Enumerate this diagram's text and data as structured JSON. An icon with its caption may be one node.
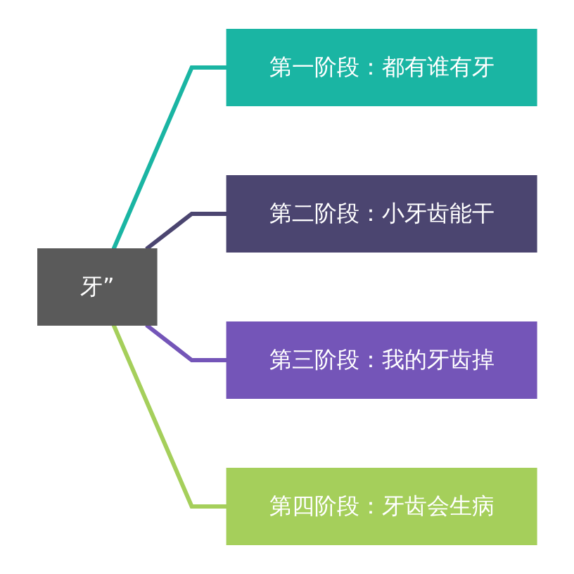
{
  "diagram": {
    "nodes": [
      {
        "text": [
          "牙”"
        ]
      },
      {
        "text": [
          "第一阶段：都有谁有牙"
        ]
      },
      {
        "text": [
          "第二阶段：小牙齿能干"
        ]
      },
      {
        "text": [
          "第三阶段：我的牙齿掉"
        ]
      },
      {
        "text": [
          "第四阶段：牙齿会生病"
        ]
      }
    ],
    "edges": [
      {
        "from": 0,
        "to": 1,
        "arrow": "none",
        "color": "#1ab5a3"
      },
      {
        "from": 0,
        "to": 2,
        "arrow": "none",
        "color": "#4b4570"
      },
      {
        "from": 0,
        "to": 3,
        "arrow": "none",
        "color": "#7455b8"
      },
      {
        "from": 0,
        "to": 4,
        "arrow": "none",
        "color": "#a5cf5b"
      }
    ]
  }
}
